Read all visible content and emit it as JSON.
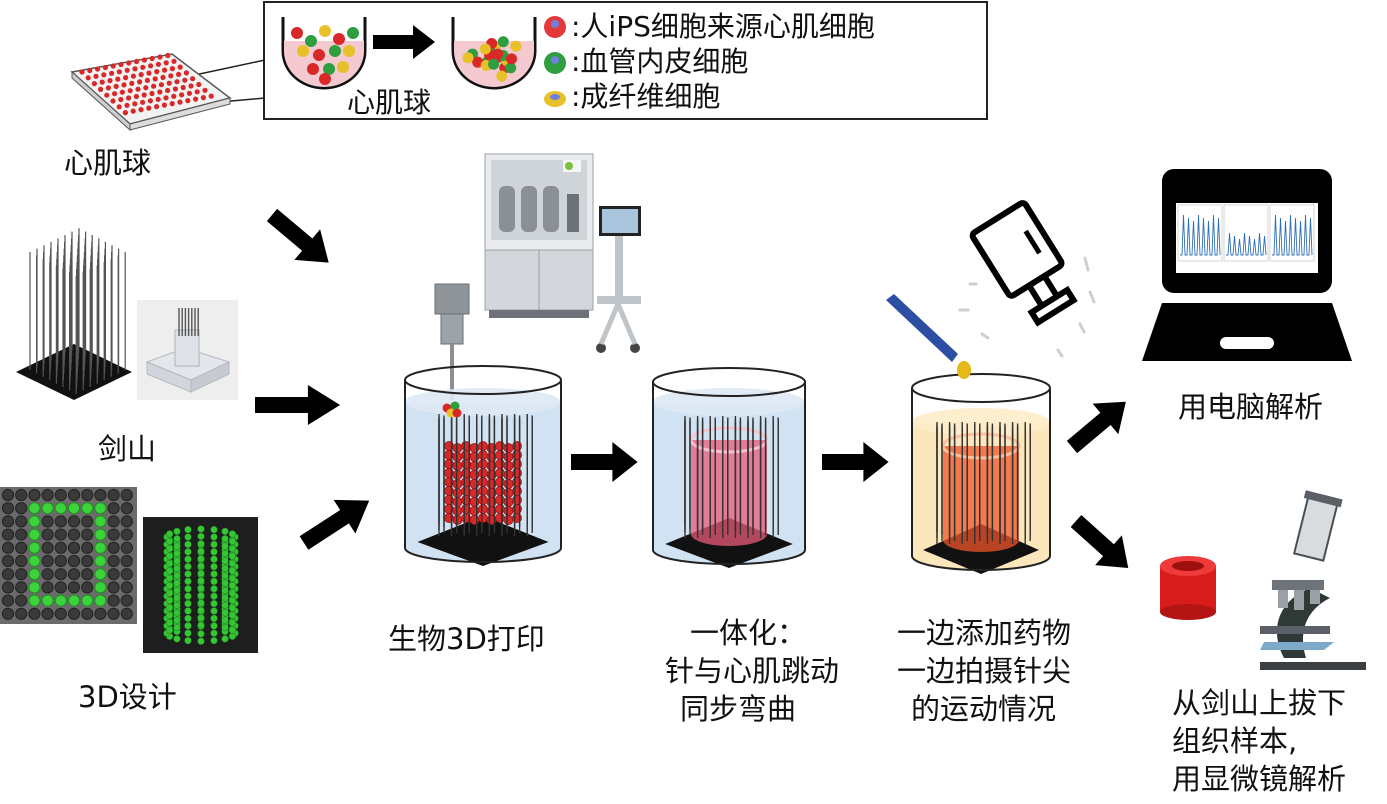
{
  "legend": {
    "cell_spheroid_label": "心肌球",
    "items": [
      {
        "label": ":人iPS细胞来源心肌细胞",
        "color": "#e23a3a",
        "icon": "cardiomyocyte-icon"
      },
      {
        "label": ":血管内皮细胞",
        "color": "#2e9e3e",
        "icon": "endothelial-cell-icon"
      },
      {
        "label": ":成纤维细胞",
        "color": "#e8c12a",
        "icon": "fibroblast-icon"
      }
    ]
  },
  "inputs": {
    "spheroid_label": "心肌球",
    "kenzan_label": "剑山",
    "design_label": "3D设计"
  },
  "steps": {
    "bioprint_label": "生物3D打印",
    "integration_lines": [
      "一体化：",
      "针与心肌跳动",
      "同步弯曲"
    ],
    "drug_lines": [
      "一边添加药物",
      "一边拍摄针尖",
      "的运动情况"
    ],
    "computer_label": "用电脑解析",
    "microscope_lines": [
      "从剑山上拔下",
      "组织样本,",
      "用显微镜解析"
    ]
  },
  "colors": {
    "cardio_red": "#d82828",
    "endo_green": "#2e9e3e",
    "fibro_yellow": "#e8c12a",
    "medium_blue": "#c9def0",
    "drug_yellow": "#fbe3b2",
    "arrow_black": "#000000"
  }
}
